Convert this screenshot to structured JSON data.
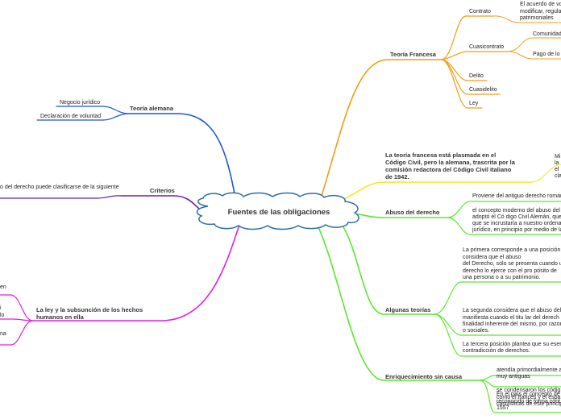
{
  "central": "Fuentes de las obligaciones",
  "colors": {
    "orange": "#f39c12",
    "yellow": "#f5e919",
    "green": "#58e82c",
    "blue": "#1f55d6",
    "purple": "#6a1fb8",
    "magenta": "#e21ee2",
    "central_fill": "#ffffff",
    "central_border": "#2a6fa8"
  },
  "teoria_francesa": {
    "title": "Teoría Francesa",
    "contrato": "Contrato",
    "contrato_desc": [
      "El acuerdo de vo",
      "modificar, regula",
      "patrimoniales"
    ],
    "cuasicontrato": "Cuasicontrato",
    "comunidad": "Comunidad",
    "pago": "Pago de lo",
    "delito": "Delito",
    "cuasidelito": "Cuasidelito",
    "ley": "Ley"
  },
  "teoria_plasmada": {
    "title": [
      "La teoría francesa está plasmada en el",
      "Código Civil, pero la alemana, trascrita por la",
      "comisión redactora del Código Civil Italiano",
      "de 1942."
    ],
    "side": [
      "Mi",
      "la",
      "el",
      "cla"
    ]
  },
  "abuso": {
    "title": "Abuso del derecho",
    "item1": "Proviene del antiguo derecho romano",
    "item2": [
      "el concepto moderno del abuso del",
      "adoptó el Có  digo Civil Alemán, que",
      "que se incrustaría a nuestro ordena",
      "jurídico, en principio por medio de la"
    ]
  },
  "algunas": {
    "title": "Algunas teorías",
    "item1": [
      "La primera corresponde a una posición",
      "considera que el abuso",
      "del Derecho, sólo se presenta cuando u",
      "derecho lo ejerce con el pro  pósito de",
      "una persona o a su patrimonio."
    ],
    "item2": [
      "La segunda considera que el abuso del",
      "manifiesta cuando el titu  lar del derech",
      "finalidad inherente del mismo, por razon",
      "o sociales."
    ],
    "item3": [
      "La tercera posición plantea que su esen",
      "contradicción de derechos."
    ]
  },
  "enriquecimiento": {
    "title": "Enriquecimiento sin causa",
    "item1": [
      "atendía primordialmente a",
      "muy antiguas"
    ],
    "item2": [
      "se condensaron los códig",
      "como  el francés y el espa",
      "casuísticas de este princip"
    ],
    "item3": [
      "En el país el concepto de",
      "reconocido de forma cont",
      "1557"
    ]
  },
  "teoria_alemana": {
    "title": "Teoría alemana",
    "negocio": "Negocio jurídico",
    "declaracion": "Declaración de voluntad"
  },
  "criterios": {
    "title": "Criterios",
    "text": "o del derecho puede clasificarse de la siguiente"
  },
  "ley_subsuncion": {
    "title": [
      "La ley y la subsunción de los hechos",
      "humanos en ella"
    ],
    "frag1": "en",
    "frag2": [
      "i",
      "lo"
    ],
    "frag3": "na"
  }
}
